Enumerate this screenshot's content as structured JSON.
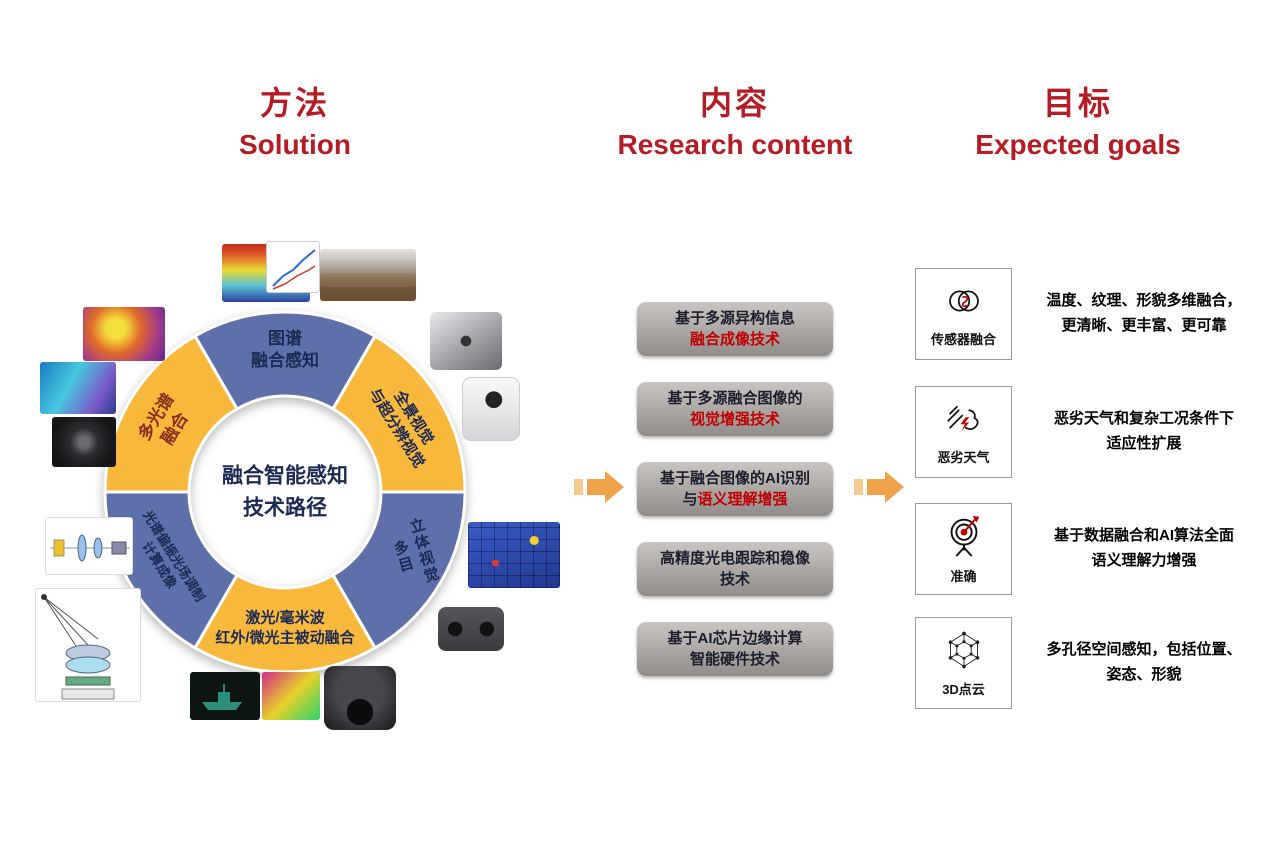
{
  "colors": {
    "header_red": "#b31d23",
    "ring_blue": "#5f6faa",
    "ring_yellow": "#f8b83c",
    "navy": "#1c2a55",
    "rust": "#8a2f1f",
    "box_red": "#c00000",
    "arrow_orange": "#f0a24a",
    "arrow_light": "#f6c98e"
  },
  "headers": [
    {
      "zh": "方法",
      "en": "Solution"
    },
    {
      "zh": "内容",
      "en": "Research content"
    },
    {
      "zh": "目标",
      "en": "Expected goals"
    }
  ],
  "wheel": {
    "center": {
      "line1": "融合智能感知",
      "line2": "技术路径"
    },
    "segments": {
      "top": {
        "line1": "图谱",
        "line2": "融合感知"
      },
      "upper_right": {
        "line1": "全景视觉",
        "line2": "与超分辨视觉"
      },
      "lower_right": {
        "col1": "多目",
        "col2": "立体视觉"
      },
      "bottom": {
        "line1": "激光/毫米波",
        "line2": "红外/微光主被动融合"
      },
      "lower_left": {
        "line1": "光谱偏振光场调制",
        "line2": "计算成像"
      },
      "upper_left": {
        "line1": "多光谱",
        "line2": "融合"
      }
    }
  },
  "research": {
    "boxes": [
      {
        "line1": "基于多源异构信息",
        "line2_dark": "",
        "line2_red": "融合成像技术"
      },
      {
        "line1": "基于多源融合图像的",
        "line2_dark": "",
        "line2_red": "视觉增强技术"
      },
      {
        "line1": "基于融合图像的AI识别",
        "line2_dark": "与",
        "line2_red": "语义理解增强"
      },
      {
        "line1": "高精度光电跟踪和稳像",
        "line2_dark": "技术",
        "line2_red": ""
      },
      {
        "line1": "基于AI芯片边缘计算",
        "line2_dark": "智能硬件技术",
        "line2_red": ""
      }
    ]
  },
  "goals": [
    {
      "icon": "sensor-fusion-icon",
      "label": "传感器融合",
      "text1": "温度、纹理、形貌多维融合，",
      "text2": "更清晰、更丰富、更可靠"
    },
    {
      "icon": "bad-weather-icon",
      "label": "恶劣天气",
      "text1": "恶劣天气和复杂工况条件下",
      "text2": "适应性扩展"
    },
    {
      "icon": "accuracy-target-icon",
      "label": "准确",
      "text1": "基于数据融合和AI算法全面",
      "text2": "语义理解力增强"
    },
    {
      "icon": "point-cloud-icon",
      "label": "3D点云",
      "text1": "多孔径空间感知，包括位置、",
      "text2": "姿态、形貌"
    }
  ],
  "thumbnails": [
    "strawberry-thermal-3d",
    "line-chart",
    "pipeline-photo",
    "thermal-strawberries",
    "thermal-scene",
    "black-camera-lens",
    "optical-path-diagram",
    "spectral-imaging-diagram",
    "sonar-ship",
    "thermal-people",
    "gimbal-camera",
    "cube-multi-camera",
    "white-ptz-camera",
    "warehouse-boxes",
    "stereo-camera"
  ]
}
